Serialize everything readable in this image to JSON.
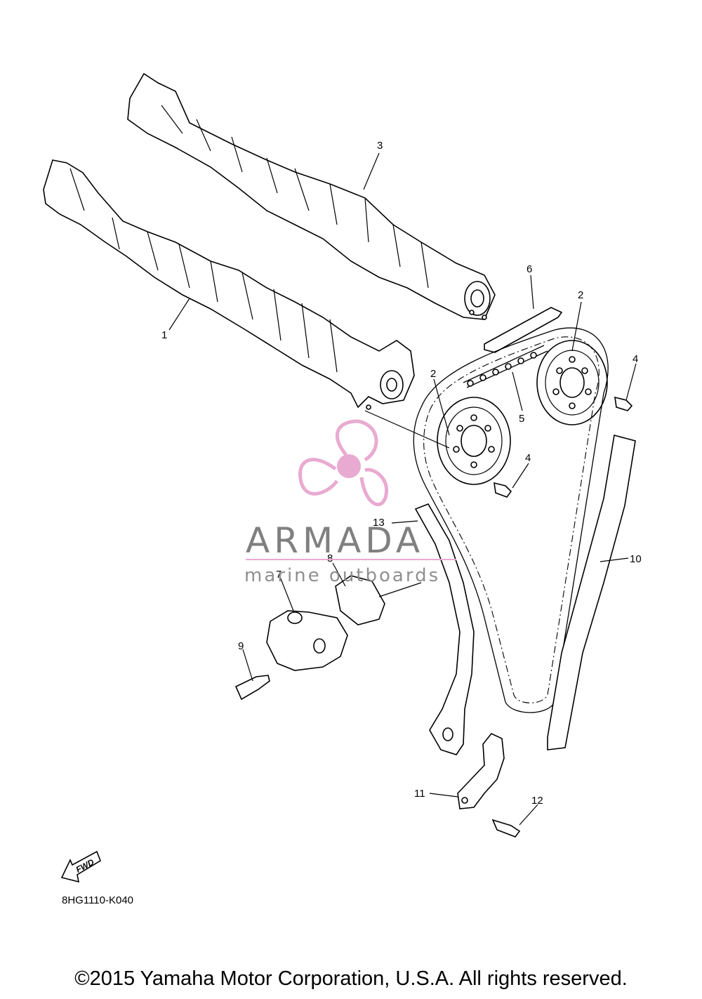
{
  "callouts": [
    {
      "id": "c1",
      "text": "1"
    },
    {
      "id": "c2a",
      "text": "2"
    },
    {
      "id": "c2b",
      "text": "2"
    },
    {
      "id": "c3",
      "text": "3"
    },
    {
      "id": "c4a",
      "text": "4"
    },
    {
      "id": "c4b",
      "text": "4"
    },
    {
      "id": "c5",
      "text": "5"
    },
    {
      "id": "c6",
      "text": "6"
    },
    {
      "id": "c7",
      "text": "7"
    },
    {
      "id": "c8",
      "text": "8"
    },
    {
      "id": "c9",
      "text": "9"
    },
    {
      "id": "c10",
      "text": "10"
    },
    {
      "id": "c11",
      "text": "11"
    },
    {
      "id": "c12",
      "text": "12"
    },
    {
      "id": "c13",
      "text": "13"
    }
  ],
  "watermark": {
    "title": "ARMADA",
    "subtitle": "marine outboards",
    "color_pink": "#e8a6cf",
    "color_gray": "#7a7a7a"
  },
  "fwd_label": "FWD",
  "diagram_code": "8HG1110-K040",
  "copyright": "©2015 Yamaha Motor Corporation, U.S.A. All rights reserved."
}
